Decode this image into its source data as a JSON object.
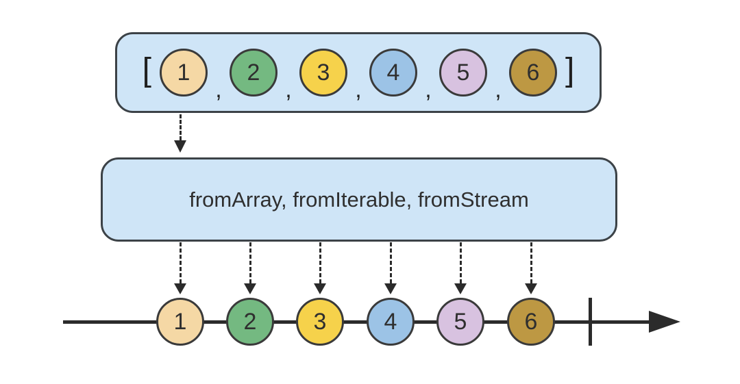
{
  "diagram": {
    "array_box": {
      "open_bracket": "[",
      "close_bracket": "]",
      "separator": ",",
      "values": [
        "1",
        "2",
        "3",
        "4",
        "5",
        "6"
      ]
    },
    "operators_box": {
      "label": "fromArray, fromIterable, fromStream"
    },
    "timeline": {
      "values": [
        "1",
        "2",
        "3",
        "4",
        "5",
        "6"
      ]
    },
    "colors": {
      "box_fill": "#cfe5f7",
      "box_border": "#3c4247",
      "stroke": "#2b2b2b",
      "text": "#2f2f2f",
      "marble_border": "#3a3a3a",
      "marbles": [
        "#f5d8a5",
        "#74b981",
        "#f6d24b",
        "#9cc3e6",
        "#d8c2e0",
        "#bd9843"
      ]
    }
  }
}
